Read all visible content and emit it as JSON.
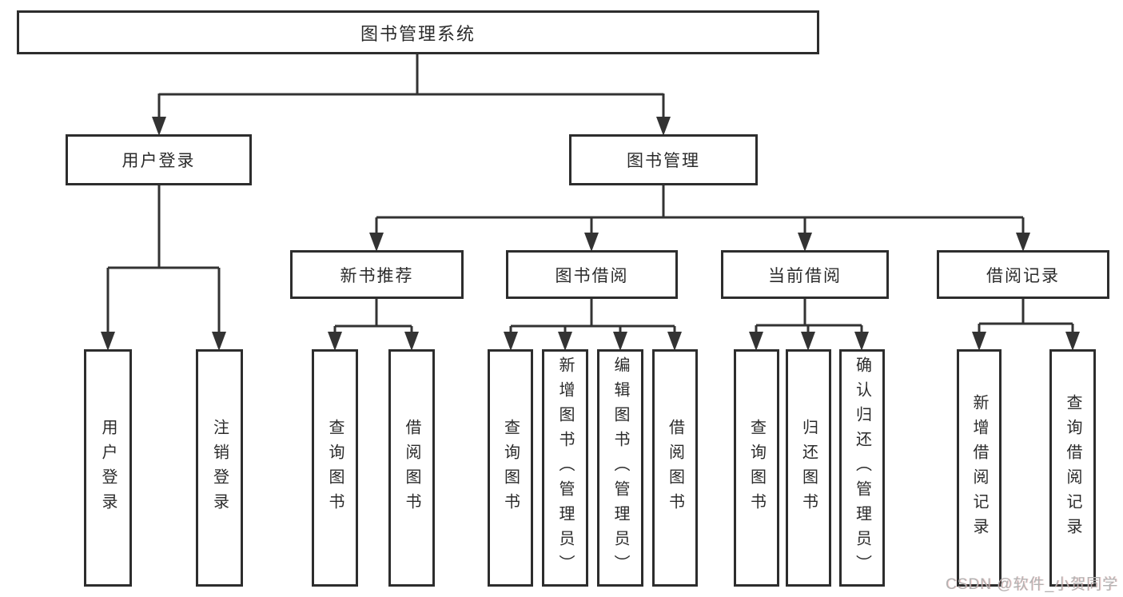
{
  "diagram": {
    "title": "图书管理系统",
    "branches": [
      {
        "label": "用户登录",
        "children": [
          {
            "label": "用户登录"
          },
          {
            "label": "注销登录"
          }
        ]
      },
      {
        "label": "图书管理",
        "children": [
          {
            "label": "新书推荐",
            "children": [
              {
                "label": "查询图书"
              },
              {
                "label": "借阅图书"
              }
            ]
          },
          {
            "label": "图书借阅",
            "children": [
              {
                "label": "查询图书"
              },
              {
                "label": "新增图书（管理员）"
              },
              {
                "label": "编辑图书（管理员）"
              },
              {
                "label": "借阅图书"
              }
            ]
          },
          {
            "label": "当前借阅",
            "children": [
              {
                "label": "查询图书"
              },
              {
                "label": "归还图书"
              },
              {
                "label": "确认归还（管理员）"
              }
            ]
          },
          {
            "label": "借阅记录",
            "children": [
              {
                "label": "新增借阅记录"
              },
              {
                "label": "查询借阅记录"
              }
            ]
          }
        ]
      }
    ]
  },
  "colors": {
    "line": "#333333",
    "box_border": "#2d2d2d",
    "text": "#2b2b2b",
    "watermark": "#b2b2b2"
  },
  "watermark": "CSDN @软件_小贺同学"
}
